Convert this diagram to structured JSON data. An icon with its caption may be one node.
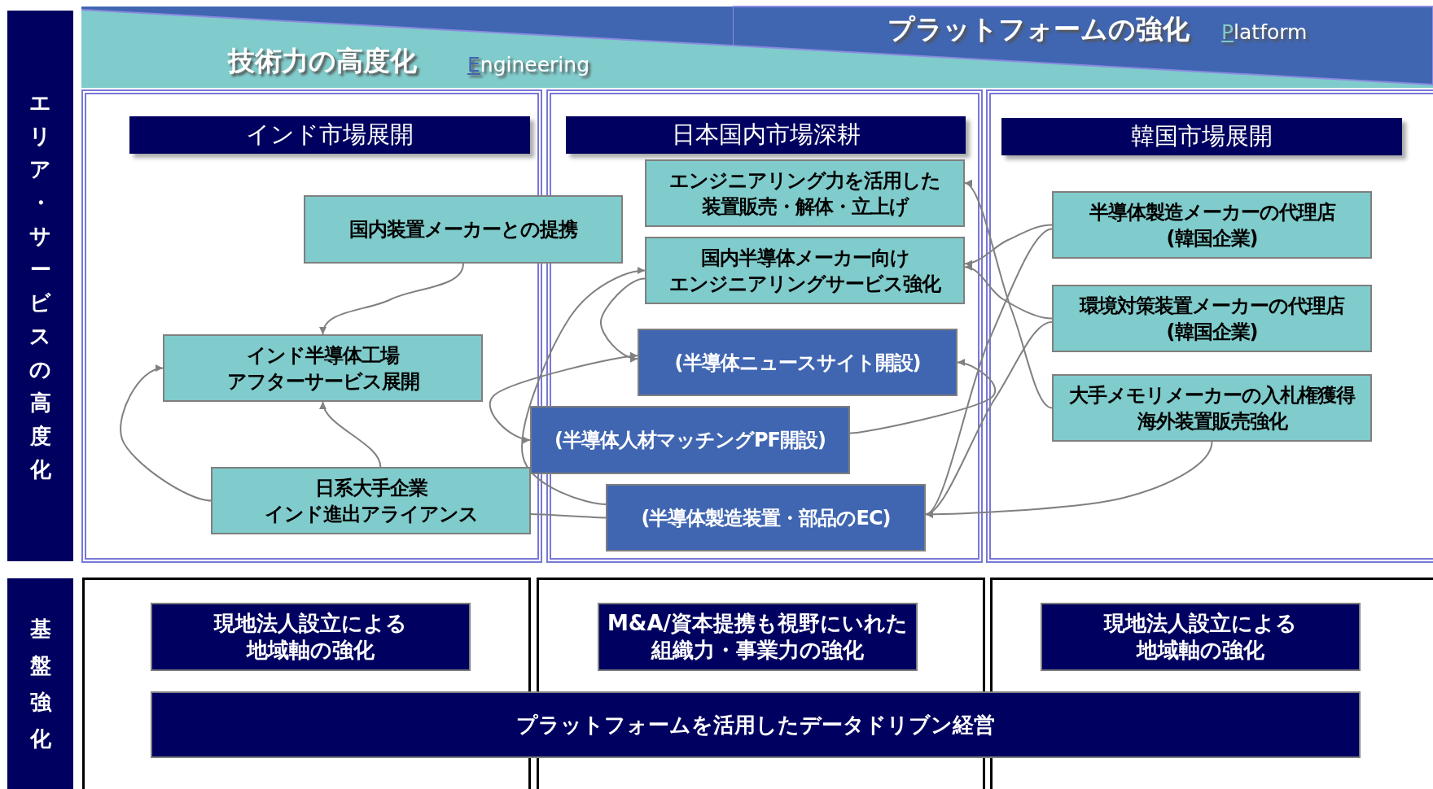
{
  "diagram": {
    "nodes": [
      {
        "text": [
          "技術力の高度化",
          "Engineering"
        ]
      },
      {
        "text": [
          "プラットフォームの強化",
          "Platform"
        ]
      },
      {
        "text": [
          "エリア・サービスの高度化"
        ]
      },
      {
        "text": [
          "インド市場展開"
        ]
      },
      {
        "text": [
          "日本国内市場深耕"
        ]
      },
      {
        "text": [
          "韓国市場展開"
        ]
      },
      {
        "text": [
          "国内装置メーカーとの提携"
        ]
      },
      {
        "text": [
          "インド半導体工場アフターサービス展開"
        ]
      },
      {
        "text": [
          "日系大手企業インド進出アライアンス"
        ]
      },
      {
        "text": [
          "エンジニアリング力を活用した装置販売・解体・立上げ"
        ]
      },
      {
        "text": [
          "国内半導体メーカー向けエンジニアリングサービス強化"
        ]
      },
      {
        "text": [
          "(半導体ニュースサイト開設)"
        ]
      },
      {
        "text": [
          "(半導体人材マッチングPF開設)"
        ]
      },
      {
        "text": [
          "(半導体製造装置・部品のEC)"
        ]
      },
      {
        "text": [
          "半導体製造メーカーの代理店(韓国企業)"
        ]
      },
      {
        "text": [
          "環境対策装置メーカーの代理店(韓国企業)"
        ]
      },
      {
        "text": [
          "大手メモリメーカーの入札権獲得海外装置販売強化"
        ]
      },
      {
        "text": [
          "基盤強化"
        ]
      },
      {
        "text": [
          "現地法人設立による地域軸の強化"
        ]
      },
      {
        "text": [
          "M&A/資本提携も視野にいれた組織力・事業力の強化"
        ]
      },
      {
        "text": [
          "現地法人設立による地域軸の強化"
        ]
      },
      {
        "text": [
          "プラットフォームを活用したデータドリブン経営"
        ]
      }
    ],
    "edges": [
      {
        "from": 6,
        "to": 7,
        "arrow": "to"
      },
      {
        "from": 8,
        "to": 7,
        "arrow": "to"
      },
      {
        "from": 8,
        "to": 7,
        "arrow": "to"
      },
      {
        "from": 8,
        "to": 13,
        "arrow": "none"
      },
      {
        "from": 13,
        "to": 10,
        "arrow": "to"
      },
      {
        "from": 10,
        "to": 11,
        "arrow": "to"
      },
      {
        "from": 11,
        "to": 12,
        "arrow": "both"
      },
      {
        "from": 12,
        "to": 11,
        "arrow": "to"
      },
      {
        "from": 14,
        "to": 10,
        "arrow": "to"
      },
      {
        "from": 14,
        "to": 13,
        "arrow": "to"
      },
      {
        "from": 15,
        "to": 10,
        "arrow": "to"
      },
      {
        "from": 15,
        "to": 13,
        "arrow": "to"
      },
      {
        "from": 16,
        "to": 9,
        "arrow": "to"
      },
      {
        "from": 16,
        "to": 13,
        "arrow": "to"
      }
    ]
  }
}
